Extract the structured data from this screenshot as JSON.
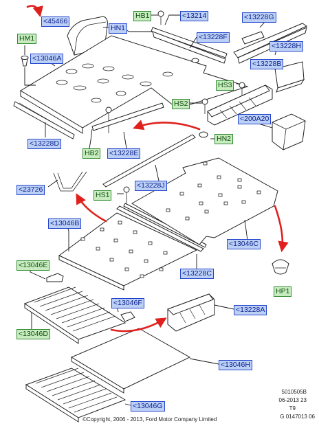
{
  "labels": {
    "p45466": "<45466",
    "hb1": "HB1",
    "p13214": "<13214",
    "p13228G": "<13228G",
    "hn1": "HN1",
    "p13228F": "<13228F",
    "hm1": "HM1",
    "p13228H": "<13228H",
    "p13046A": "<13046A",
    "p13228B": "<13228B",
    "hs3": "HS3",
    "hs2": "HS2",
    "p200A20": "<200A20",
    "hn2": "HN2",
    "p13228D": "<13228D",
    "hb2": "HB2",
    "p13228E": "<13228E",
    "p23726": "<23726",
    "p13228J": "<13228J",
    "hs1": "HS1",
    "p13046B": "<13046B",
    "p13046C": "<13046C",
    "hp1": "HP1",
    "p13046E": "<13046E",
    "p13228C": "<13228C",
    "p13046F": "<13046F",
    "p13228A": "<13228A",
    "p13046D": "<13046D",
    "p13046H": "<13046H",
    "p13046G": "<13046G"
  },
  "footer": {
    "code1": "5010505B",
    "date": "06-2013 23",
    "code2": "T9",
    "code3": "G 0147013 06",
    "copyright": "©Copyright, 2006 - 2013, Ford Motor Company Limited"
  },
  "colors": {
    "label_blue_bg": "#bcd0f5",
    "label_blue_border": "#2244cc",
    "label_green_bg": "#c8ecc0",
    "label_green_border": "#2f8a2f",
    "arrow_red": "#e0201c"
  }
}
